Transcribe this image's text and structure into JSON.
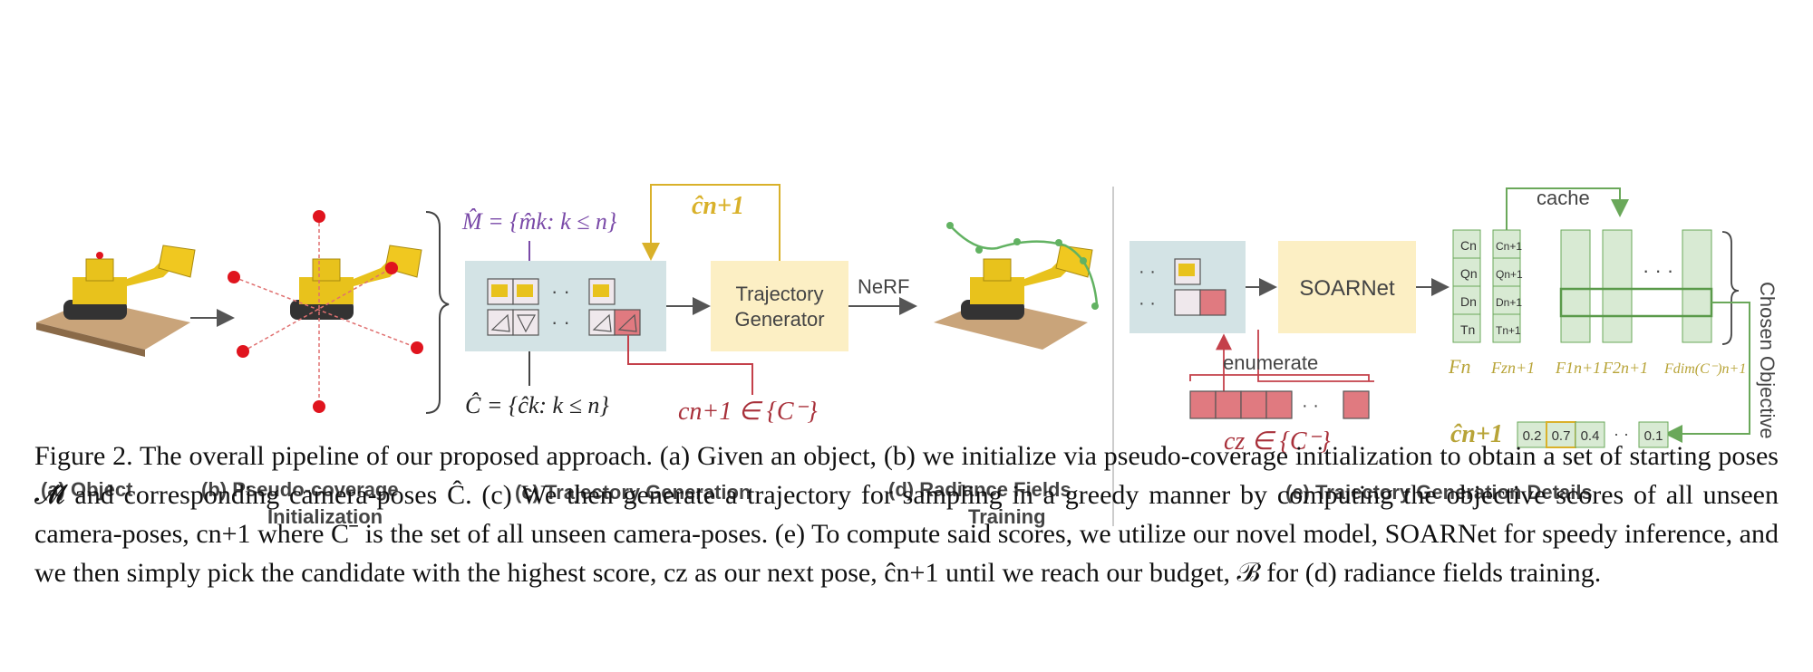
{
  "panels": {
    "a": {
      "label": "(a)  Object"
    },
    "b": {
      "label_line1": "(b)  Pseudo-coverage",
      "label_line2": "Initialization"
    },
    "c": {
      "label": "(c)  Trajectory Generation",
      "set_m": "M̂ = {m̂k: k ≤ n}",
      "set_c": "Ĉ = {ĉk: k ≤ n}",
      "next_pose": "ĉn+1",
      "candidate": "cn+1 ∈ {C⁻}",
      "generator_line1": "Trajectory",
      "generator_line2": "Generator",
      "nerf": "NeRF"
    },
    "d": {
      "label_line1": "(d)  Radiance Fields",
      "label_line2": "Training"
    },
    "e": {
      "label": "(e)  Trajectory Generation Details",
      "model": "SOARNet",
      "cache": "cache",
      "enumerate": "enumerate",
      "cz": "cz ∈ {C⁻}",
      "chosen_objective": "Chosen Objective",
      "c_hat": "ĉn+1",
      "feat_n": [
        "Cn",
        "Qn",
        "Dn",
        "Tn"
      ],
      "feat_n1": [
        "Cn+1",
        "Qn+1",
        "Dn+1",
        "Tn+1"
      ],
      "fn": "Fn",
      "fz": "Fzn+1",
      "f1": "F1n+1",
      "f2": "F2n+1",
      "fdim": "Fdim(C⁻)n+1",
      "scores": [
        "0.2",
        "0.7",
        "0.4",
        "0.1"
      ]
    }
  },
  "caption": {
    "fig_label": "Figure 2.",
    "text": "The overall pipeline of our proposed approach. (a) Given an object, (b) we initialize via pseudo-coverage initialization to obtain a set of starting poses 𝓜̂ and corresponding camera-poses Ĉ. (c) We then generate a trajectory for sampling in a greedy manner by computing the objective scores of all unseen camera-poses, cn+1 where C⁻ is the set of all unseen camera-poses. (e) To compute said scores, we utilize our novel model, SOARNet for speedy inference, and we then simply pick the candidate with the highest score, cz as our next pose, ĉn+1 until we reach our budget, ℬ for (d) radiance fields training."
  },
  "colors": {
    "panel_blue": "#d3e3e5",
    "generator_yellow": "#fcefc4",
    "accent_red": "#c4404a",
    "accent_purple": "#7a4aa8",
    "accent_gold": "#d9b12a",
    "feature_green": "#d8ead3",
    "feature_border": "#6aa85a",
    "dot_red": "#e0141e"
  }
}
